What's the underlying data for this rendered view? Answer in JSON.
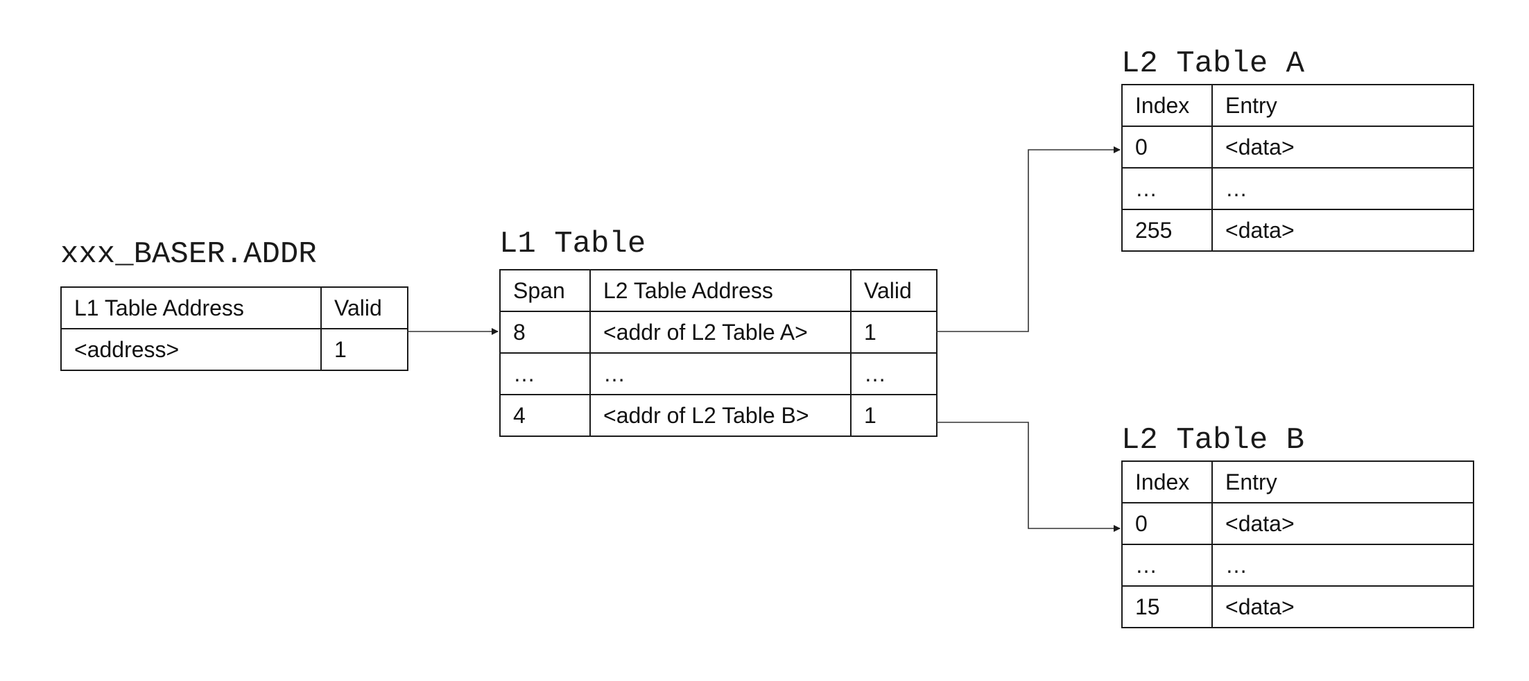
{
  "baser": {
    "title": "xxx_BASER.ADDR",
    "headers": [
      "L1 Table Address",
      "Valid"
    ],
    "rows": [
      [
        "<address>",
        "1"
      ]
    ]
  },
  "l1": {
    "title": "L1 Table",
    "headers": [
      "Span",
      "L2 Table Address",
      "Valid"
    ],
    "rows": [
      [
        "8",
        "<addr of L2 Table A>",
        "1"
      ],
      [
        "…",
        "…",
        "…"
      ],
      [
        "4",
        "<addr of L2 Table B>",
        "1"
      ]
    ]
  },
  "l2a": {
    "title": "L2 Table A",
    "headers": [
      "Index",
      "Entry"
    ],
    "rows": [
      [
        "0",
        "<data>"
      ],
      [
        "…",
        "…"
      ],
      [
        "255",
        "<data>"
      ]
    ]
  },
  "l2b": {
    "title": "L2 Table B",
    "headers": [
      "Index",
      "Entry"
    ],
    "rows": [
      [
        "0",
        "<data>"
      ],
      [
        "…",
        "…"
      ],
      [
        "15",
        "<data>"
      ]
    ]
  },
  "style": {
    "line_color": "#333333",
    "border_color": "#1a1a1a"
  }
}
